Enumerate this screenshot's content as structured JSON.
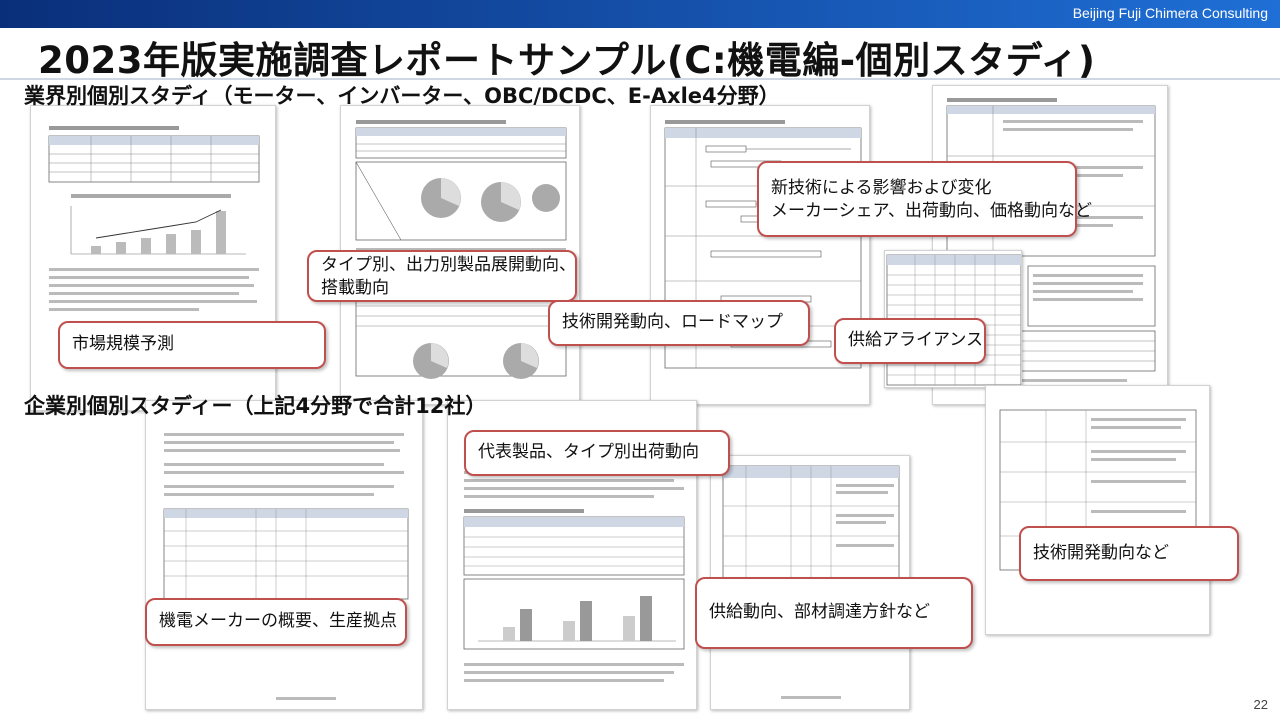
{
  "header": {
    "company": "Beijing Fuji Chimera Consulting",
    "title": "2023年版実施調査レポートサンプル(C:機電編-個別スタディ)"
  },
  "sections": {
    "industry": "業界別個別スタディ（モーター、インバーター、OBC/DCDC、E-Axle4分野）",
    "company": "企業別個別スタディー（上記4分野で合計12社）"
  },
  "callouts": {
    "market_forecast": "市場規模予測",
    "type_dev_line1": "タイプ別、出力別製品展開動向、",
    "type_dev_line2": "搭載動向",
    "tech_roadmap": "技術開発動向、ロードマップ",
    "new_tech_line1": "新技術による影響および変化",
    "new_tech_line2": "メーカーシェア、出荷動向、価格動向など",
    "supply_alliance": "供給アライアンス",
    "rep_products": "代表製品、タイプ別出荷動向",
    "maker_overview": "機電メーカーの概要、生産拠点",
    "supply_trend": "供給動向、部材調達方針など",
    "tech_dev": "技術開発動向など"
  },
  "page_number": "22"
}
